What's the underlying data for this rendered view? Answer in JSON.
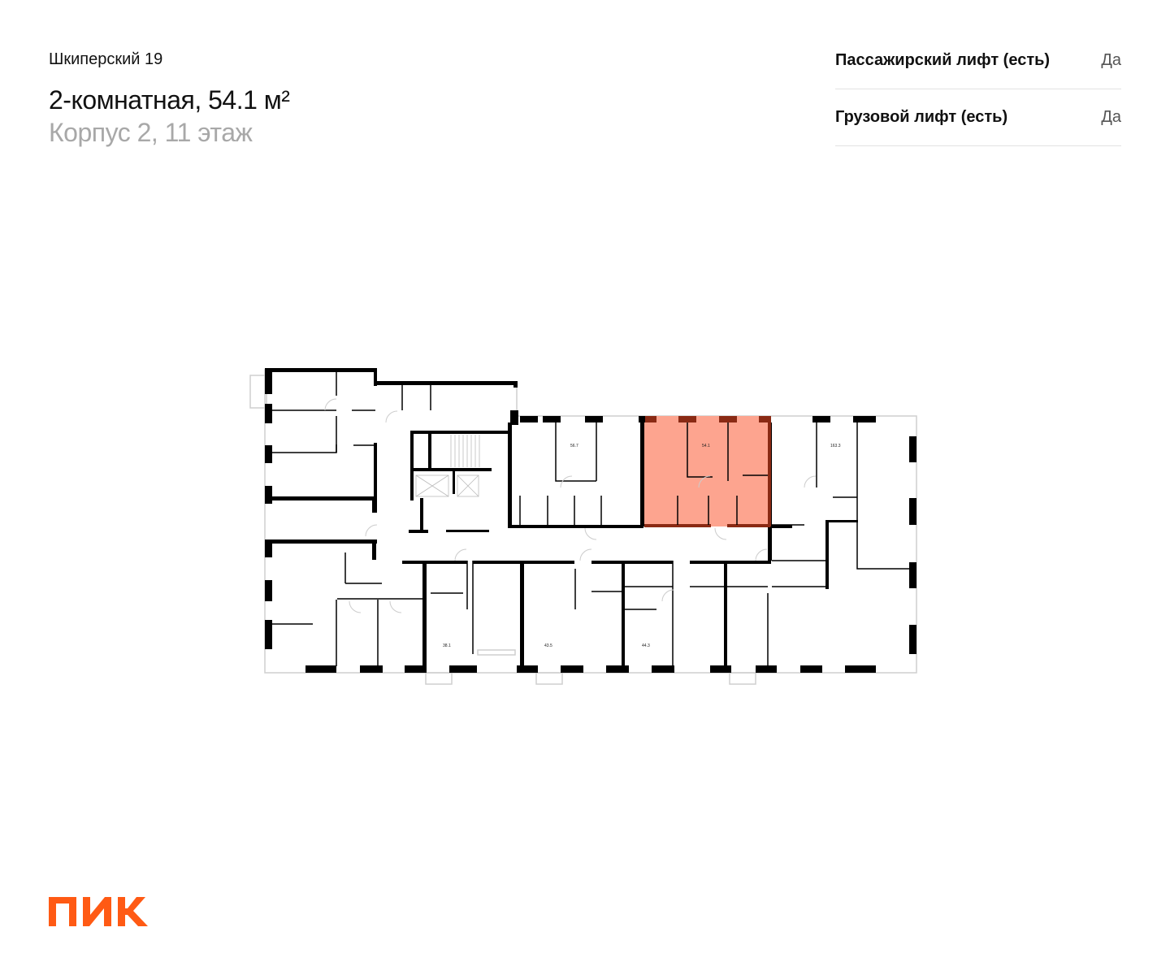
{
  "header": {
    "project": "Шкиперский 19",
    "title": "2-комнатная, 54.1 м²",
    "subtitle": "Корпус 2, 11 этаж"
  },
  "properties": [
    {
      "label": "Пассажирский лифт (есть)",
      "value": "Да"
    },
    {
      "label": "Грузовой лифт (есть)",
      "value": "Да"
    }
  ],
  "floor_plan": {
    "highlight_color": "#fda48f",
    "units": [
      {
        "area": "56.7"
      },
      {
        "area": "54.1"
      },
      {
        "area": "163.3"
      },
      {
        "area": "38.1"
      },
      {
        "area": "43.5"
      },
      {
        "area": "44.3"
      }
    ]
  },
  "brand": {
    "logo_text": "ПИК",
    "color": "#ff5a14"
  }
}
